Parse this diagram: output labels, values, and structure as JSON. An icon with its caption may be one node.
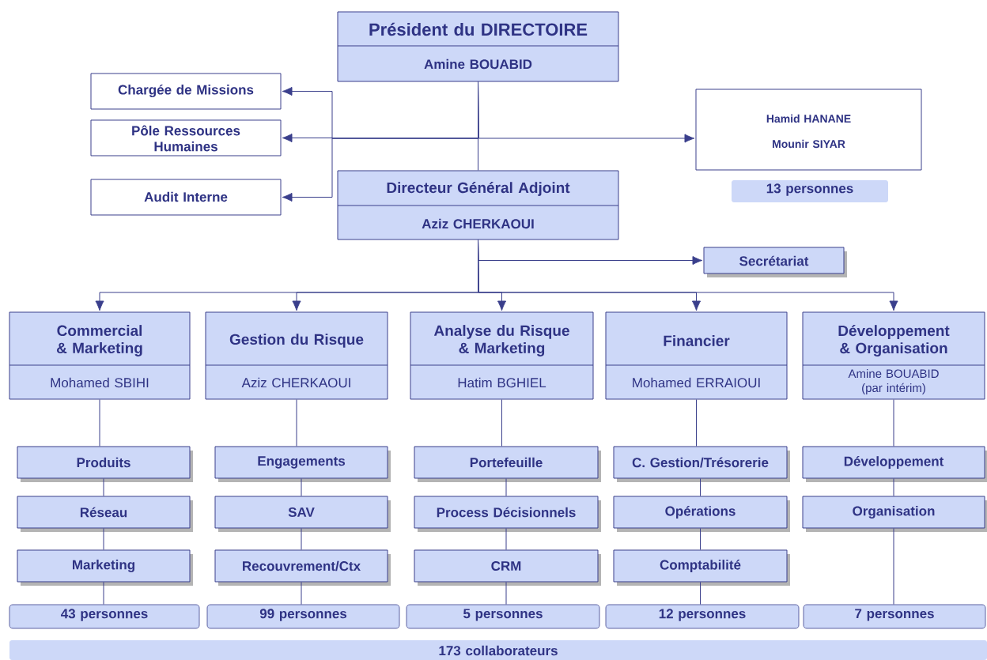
{
  "diagram": {
    "nodes": [
      {
        "text": [
          "Président du DIRECTOIRE",
          "Amine BOUABID"
        ]
      },
      {
        "text": [
          "Chargée de Missions"
        ]
      },
      {
        "text": [
          "Pôle Ressources Humaines"
        ]
      },
      {
        "text": [
          "Audit Interne"
        ]
      },
      {
        "text": [
          "Hamid HANANE",
          "Mounir SIYAR"
        ]
      },
      {
        "text": [
          "13 personnes"
        ]
      },
      {
        "text": [
          "Directeur Général Adjoint",
          "Aziz CHERKAOUI"
        ]
      },
      {
        "text": [
          "Secrétariat"
        ]
      },
      {
        "text": [
          "Commercial & Marketing",
          "Mohamed SBIHI"
        ]
      },
      {
        "text": [
          "Gestion du Risque",
          "Aziz CHERKAOUI"
        ]
      },
      {
        "text": [
          "Analyse du Risque & Marketing",
          "Hatim BGHIEL"
        ]
      },
      {
        "text": [
          "Financier",
          "Mohamed ERRAIOUI"
        ]
      },
      {
        "text": [
          "Développement & Organisation",
          "Amine BOUABID (par intérim)"
        ]
      },
      {
        "text": [
          "Produits"
        ]
      },
      {
        "text": [
          "Engagements"
        ]
      },
      {
        "text": [
          "Portefeuille"
        ]
      },
      {
        "text": [
          "C. Gestion/Trésorerie"
        ]
      },
      {
        "text": [
          "Développement"
        ]
      },
      {
        "text": [
          "Réseau"
        ]
      },
      {
        "text": [
          "SAV"
        ]
      },
      {
        "text": [
          "Process Décisionnels"
        ]
      },
      {
        "text": [
          "Opérations"
        ]
      },
      {
        "text": [
          "Organisation"
        ]
      },
      {
        "text": [
          "Marketing"
        ]
      },
      {
        "text": [
          "Recouvrement/Ctx"
        ]
      },
      {
        "text": [
          "CRM"
        ]
      },
      {
        "text": [
          "Comptabilité"
        ]
      },
      {
        "text": [
          "43 personnes"
        ]
      },
      {
        "text": [
          "99 personnes"
        ]
      },
      {
        "text": [
          "5 personnes"
        ]
      },
      {
        "text": [
          "12 personnes"
        ]
      },
      {
        "text": [
          "7 personnes"
        ]
      },
      {
        "text": [
          "173 collaborateurs"
        ]
      }
    ],
    "edges": [
      {
        "from": 0,
        "to": 6,
        "arrow": "none"
      },
      {
        "from": 0,
        "to": 1,
        "arrow": "to"
      },
      {
        "from": 0,
        "to": 2,
        "arrow": "to"
      },
      {
        "from": 0,
        "to": 3,
        "arrow": "to"
      },
      {
        "from": 0,
        "to": 4,
        "arrow": "to"
      },
      {
        "from": 6,
        "to": 7,
        "arrow": "to"
      },
      {
        "from": 6,
        "to": 8,
        "arrow": "to"
      },
      {
        "from": 6,
        "to": 9,
        "arrow": "to"
      },
      {
        "from": 6,
        "to": 10,
        "arrow": "to"
      },
      {
        "from": 6,
        "to": 11,
        "arrow": "to"
      },
      {
        "from": 6,
        "to": 12,
        "arrow": "to"
      },
      {
        "from": 8,
        "to": 13,
        "arrow": "none"
      },
      {
        "from": 13,
        "to": 18,
        "arrow": "none"
      },
      {
        "from": 18,
        "to": 23,
        "arrow": "none"
      },
      {
        "from": 23,
        "to": 27,
        "arrow": "none"
      },
      {
        "from": 9,
        "to": 14,
        "arrow": "none"
      },
      {
        "from": 14,
        "to": 19,
        "arrow": "none"
      },
      {
        "from": 19,
        "to": 24,
        "arrow": "none"
      },
      {
        "from": 24,
        "to": 28,
        "arrow": "none"
      },
      {
        "from": 10,
        "to": 15,
        "arrow": "none"
      },
      {
        "from": 15,
        "to": 20,
        "arrow": "none"
      },
      {
        "from": 20,
        "to": 25,
        "arrow": "none"
      },
      {
        "from": 25,
        "to": 29,
        "arrow": "none"
      },
      {
        "from": 11,
        "to": 16,
        "arrow": "none"
      },
      {
        "from": 16,
        "to": 21,
        "arrow": "none"
      },
      {
        "from": 21,
        "to": 26,
        "arrow": "none"
      },
      {
        "from": 26,
        "to": 30,
        "arrow": "none"
      },
      {
        "from": 12,
        "to": 17,
        "arrow": "none"
      },
      {
        "from": 17,
        "to": 22,
        "arrow": "none"
      },
      {
        "from": 22,
        "to": 31,
        "arrow": "none"
      }
    ]
  }
}
